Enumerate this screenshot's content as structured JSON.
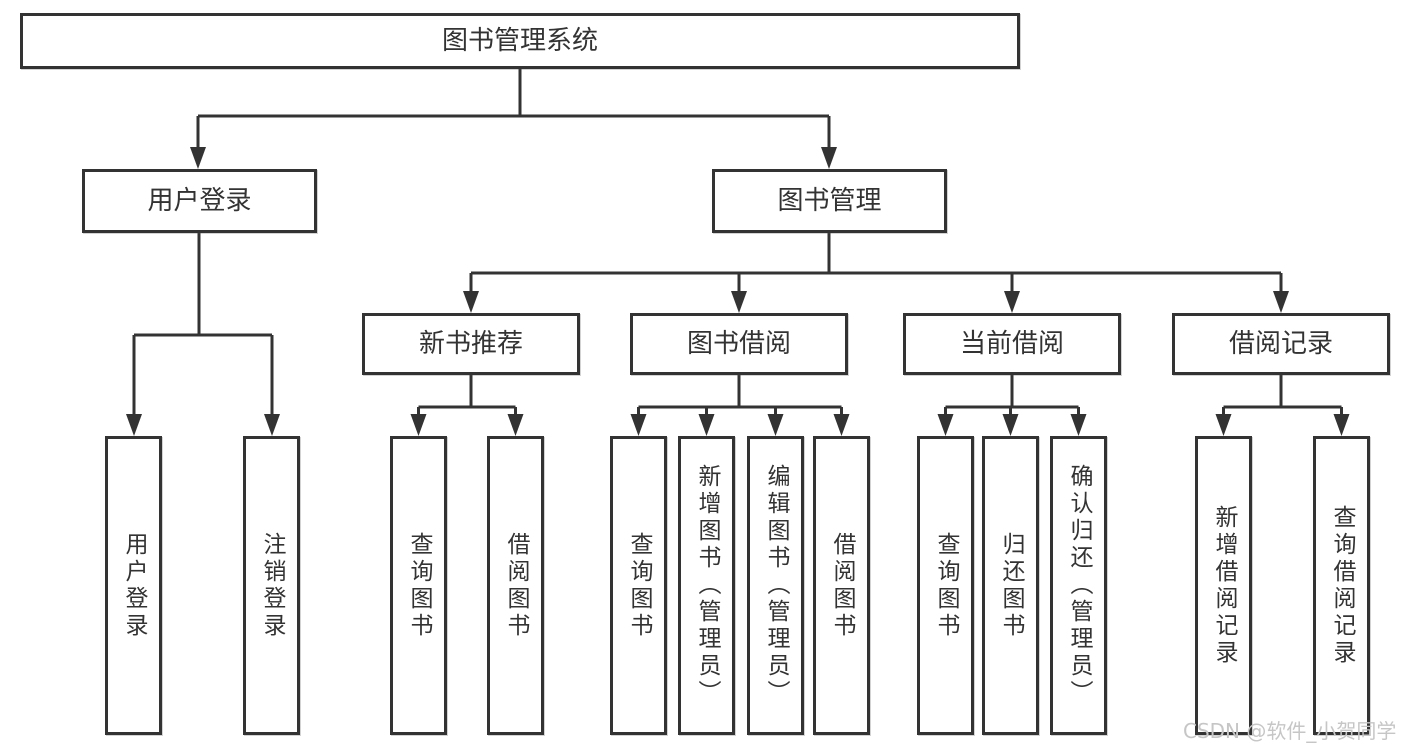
{
  "tree": {
    "root": {
      "label": "图书管理系统"
    },
    "branches": [
      {
        "label": "用户登录",
        "leaves": [
          {
            "label": "用户登录"
          },
          {
            "label": "注销登录"
          }
        ]
      },
      {
        "label": "图书管理",
        "groups": [
          {
            "label": "新书推荐",
            "leaves": [
              {
                "label": "查询图书"
              },
              {
                "label": "借阅图书"
              }
            ]
          },
          {
            "label": "图书借阅",
            "leaves": [
              {
                "label": "查询图书"
              },
              {
                "label": "新增图书（管理员）"
              },
              {
                "label": "编辑图书（管理员）"
              },
              {
                "label": "借阅图书"
              }
            ]
          },
          {
            "label": "当前借阅",
            "leaves": [
              {
                "label": "查询图书"
              },
              {
                "label": "归还图书"
              },
              {
                "label": "确认归还（管理员）"
              }
            ]
          },
          {
            "label": "借阅记录",
            "leaves": [
              {
                "label": "新增借阅记录"
              },
              {
                "label": "查询借阅记录"
              }
            ]
          }
        ]
      }
    ]
  },
  "watermark": {
    "text": "CSDN @软件_小贺同学"
  },
  "colors": {
    "line": "#333333",
    "border": "#333333",
    "text": "#333333",
    "watermark": "#c6c6c6",
    "background": "#ffffff"
  }
}
